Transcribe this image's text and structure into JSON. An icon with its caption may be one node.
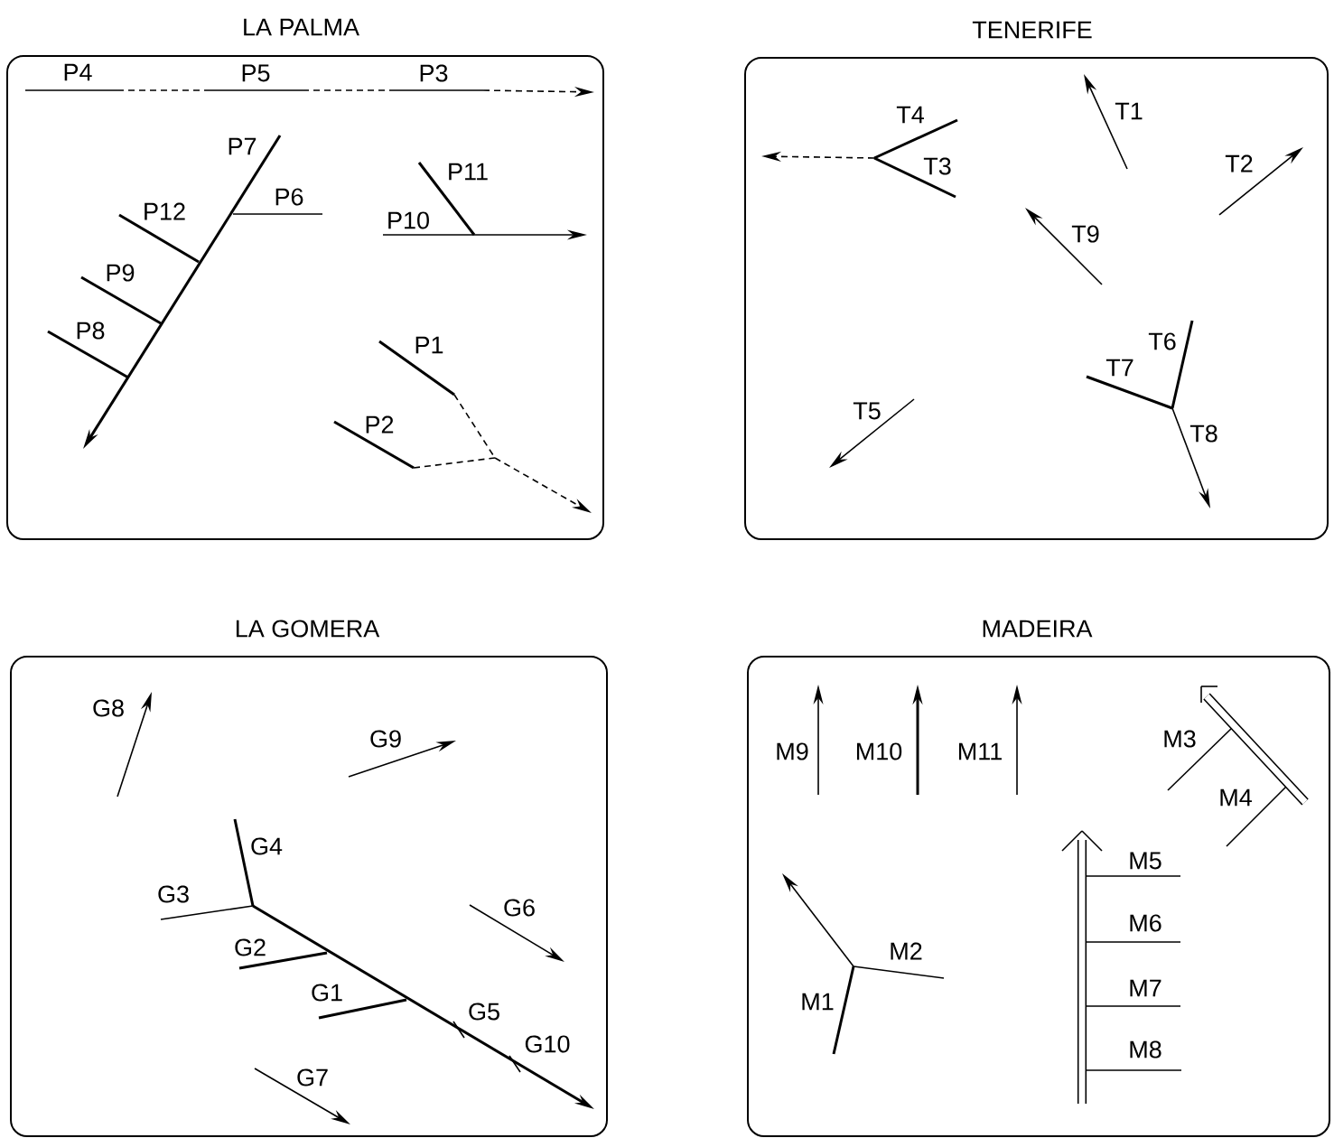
{
  "diagram": {
    "nodes": [
      {
        "text": [
          "LA PALMA",
          "P4",
          "P5",
          "P3",
          "P7",
          "P6",
          "P12",
          "P11",
          "P10",
          "P9",
          "P8",
          "P1",
          "P2"
        ]
      },
      {
        "text": [
          "TENERIFE",
          "T4",
          "T1",
          "T3",
          "T2",
          "T9",
          "T6",
          "T7",
          "T5",
          "T8"
        ]
      },
      {
        "text": [
          "LA GOMERA",
          "G8",
          "G9",
          "G4",
          "G3",
          "G6",
          "G2",
          "G1",
          "G5",
          "G10",
          "G7"
        ]
      },
      {
        "text": [
          "MADEIRA",
          "M9",
          "M10",
          "M11",
          "M3",
          "M4",
          "M5",
          "M2",
          "M6",
          "M7",
          "M1",
          "M8"
        ]
      }
    ]
  }
}
